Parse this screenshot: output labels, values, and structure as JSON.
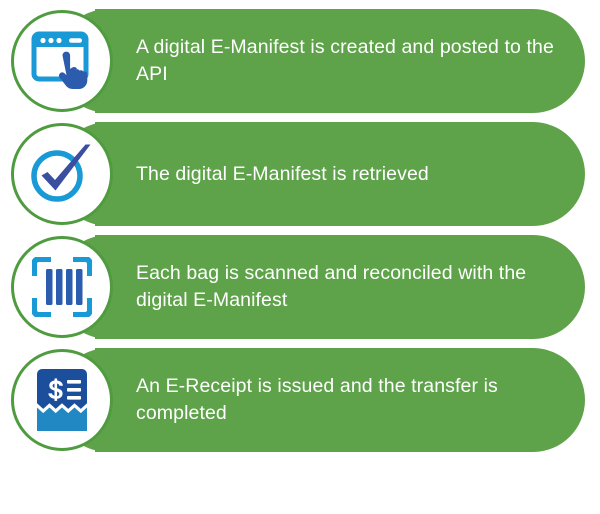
{
  "colors": {
    "pill_green": "#5ea34a",
    "ring_green": "#4f9b3f",
    "icon_light_blue": "#199ad6",
    "icon_dark_blue": "#2b5cae",
    "text_white": "#ffffff",
    "page_background": "#ffffff"
  },
  "steps": [
    {
      "index": "1",
      "icon": "browser-window-click-icon",
      "text": "A digital E-Manifest is created and posted to the API"
    },
    {
      "index": "2",
      "icon": "circle-checkmark-icon",
      "text": "The digital E-Manifest is retrieved"
    },
    {
      "index": "3",
      "icon": "barcode-scan-icon",
      "text": "Each bag is scanned and reconciled with the digital E-Manifest"
    },
    {
      "index": "4",
      "icon": "dollar-receipt-icon",
      "text": "An E-Receipt is issued and the transfer is completed"
    }
  ]
}
